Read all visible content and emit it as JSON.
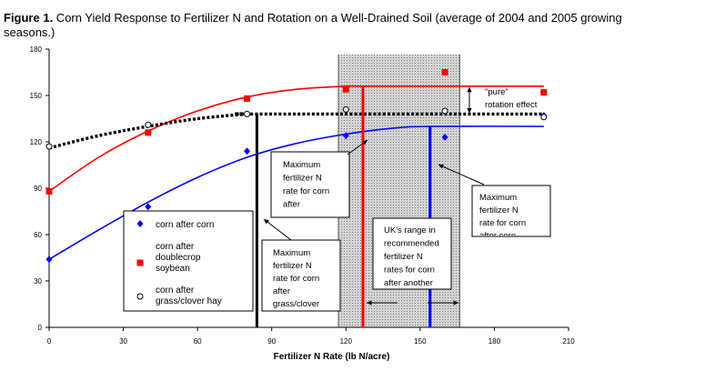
{
  "caption": {
    "label": "Figure 1.",
    "text": " Corn Yield Response to Fertilizer N and Rotation on a Well-Drained Soil (average of 2004 and 2005 growing seasons.)"
  },
  "colors": {
    "corn_after_corn": "#0000ff",
    "corn_after_soybean": "#ff0000",
    "corn_after_hay": "#000000",
    "range_fill": "#c0c0c0"
  },
  "chart_data": {
    "type": "scatter",
    "title": "",
    "xlabel": "Fertilizer N Rate (lb N/acre)",
    "ylabel": "",
    "xlim": [
      0,
      210
    ],
    "ylim": [
      0,
      180
    ],
    "xticks": [
      0,
      30,
      60,
      90,
      120,
      150,
      180,
      210
    ],
    "yticks": [
      0,
      30,
      60,
      90,
      120,
      150,
      180
    ],
    "grid": false,
    "legend_position": "bottom-left",
    "series": [
      {
        "name": "corn after corn",
        "marker": "diamond",
        "color": "#0000ff",
        "points": [
          [
            0,
            44
          ],
          [
            40,
            78
          ],
          [
            80,
            114
          ],
          [
            120,
            124
          ],
          [
            160,
            123
          ],
          [
            200,
            137
          ]
        ],
        "fit_curve": [
          [
            0,
            44
          ],
          [
            20,
            63
          ],
          [
            40,
            81
          ],
          [
            60,
            97
          ],
          [
            80,
            110
          ],
          [
            100,
            119
          ],
          [
            120,
            125
          ],
          [
            140,
            129
          ],
          [
            155,
            130
          ],
          [
            200,
            130
          ]
        ],
        "max_n_rate": 154
      },
      {
        "name": "corn after doublecrop soybean",
        "marker": "square",
        "color": "#ff0000",
        "points": [
          [
            0,
            88
          ],
          [
            40,
            126
          ],
          [
            80,
            148
          ],
          [
            120,
            154
          ],
          [
            160,
            165
          ],
          [
            200,
            152
          ]
        ],
        "fit_curve": [
          [
            0,
            88
          ],
          [
            20,
            110
          ],
          [
            40,
            127
          ],
          [
            60,
            140
          ],
          [
            80,
            149
          ],
          [
            100,
            154
          ],
          [
            120,
            156
          ],
          [
            128,
            156
          ],
          [
            200,
            156
          ]
        ],
        "max_n_rate": 128
      },
      {
        "name": "corn after grass/clover hay",
        "marker": "circle",
        "color": "#000000",
        "points": [
          [
            0,
            117
          ],
          [
            40,
            131
          ],
          [
            80,
            138
          ],
          [
            120,
            141
          ],
          [
            160,
            140
          ],
          [
            200,
            136
          ]
        ],
        "fit_curve": [
          [
            0,
            116
          ],
          [
            20,
            124
          ],
          [
            40,
            130
          ],
          [
            60,
            135
          ],
          [
            80,
            138
          ],
          [
            84,
            138
          ],
          [
            200,
            138
          ]
        ],
        "max_n_rate": 84
      }
    ],
    "recommended_range": [
      128,
      166
    ],
    "annotations": [
      {
        "id": "pure_rotation",
        "line1": "\"pure\"",
        "line2": "rotation effect"
      },
      {
        "id": "max_soybean",
        "lines": [
          "Maximum",
          "fertilizer N",
          "rate for corn",
          "after"
        ]
      },
      {
        "id": "max_corn",
        "lines": [
          "Maximum",
          "fertilizer N",
          "rate for corn",
          "after corn"
        ]
      },
      {
        "id": "max_hay",
        "lines": [
          "Maximum",
          "fertilizer N",
          "rate for corn",
          "after",
          "grass/clover"
        ]
      },
      {
        "id": "uk_range",
        "lines": [
          "UK's range in",
          "recommended",
          "fertilizer N",
          "rates for corn",
          "after another"
        ]
      }
    ]
  }
}
